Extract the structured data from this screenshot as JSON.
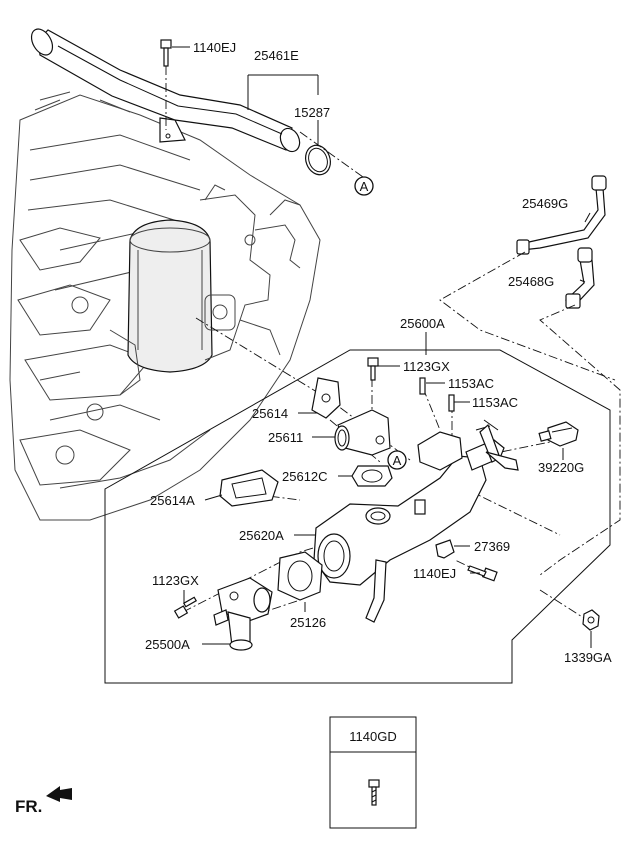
{
  "labels": {
    "p1140EJ_top": "1140EJ",
    "p25461E": "25461E",
    "p15287": "15287",
    "a_top": "A",
    "p25469G": "25469G",
    "p25468G": "25468G",
    "p25600A": "25600A",
    "p1123GX_top": "1123GX",
    "p1153AC_1": "1153AC",
    "p1153AC_2": "1153AC",
    "p25614": "25614",
    "p25611": "25611",
    "p25612C": "25612C",
    "a_mid": "A",
    "p39220G": "39220G",
    "p25614A": "25614A",
    "p25620A": "25620A",
    "p27369": "27369",
    "p1140EJ_mid": "1140EJ",
    "p1123GX_left": "1123GX",
    "p25126": "25126",
    "p25500A": "25500A",
    "p1339GA": "1339GA"
  },
  "legend_box": {
    "part_no": "1140GD"
  },
  "fr_label": "FR."
}
